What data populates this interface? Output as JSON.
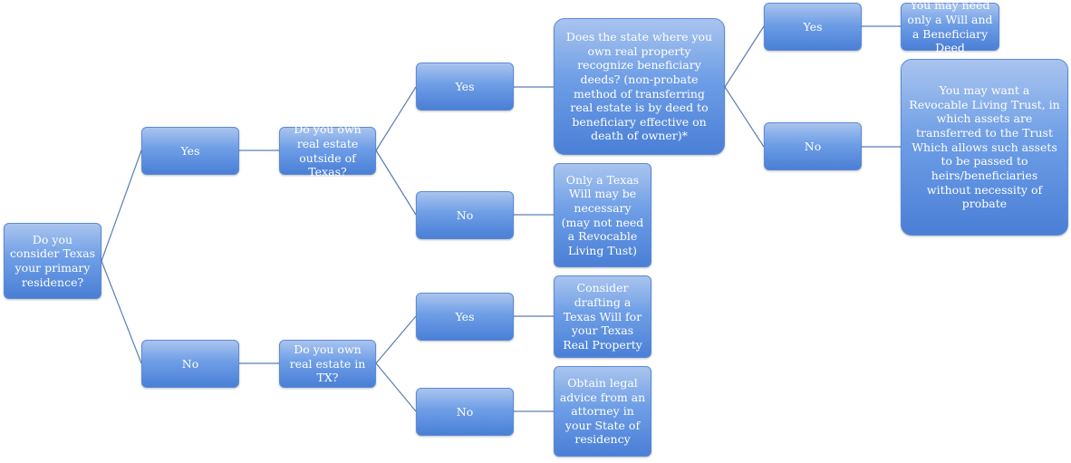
{
  "nodes": {
    "q_texas": "Do you consider Texas your primary residence?",
    "yes_1": "Yes",
    "no_1": "No",
    "q_outside": "Do you own real estate outside of Texas?",
    "q_tx": "Do you own real estate in TX?",
    "yes_2": "Yes",
    "no_2": "No",
    "yes_3": "Yes",
    "no_3": "No",
    "q_bene": "Does the state where you own real property recognize beneficiary deeds? (non-probate method of transferring real estate is by deed to beneficiary effective on death of owner)*",
    "only_will": "Only a Texas Will may be necessary (may not need a Revocable Living Tust)",
    "consider_will": "Consider drafting a Texas Will for your Texas Real Property",
    "legal_advice": "Obtain legal advice from an attorney in your State of residency",
    "yes_4": "Yes",
    "no_4": "No",
    "will_deed": "You may need only a Will and a Beneficiary Deed",
    "trust": "You may want a Revocable Living Trust, in which assets are transferred to the Trust Which allows such assets to be passed to heirs/beneficiaries without necessity of probate"
  }
}
